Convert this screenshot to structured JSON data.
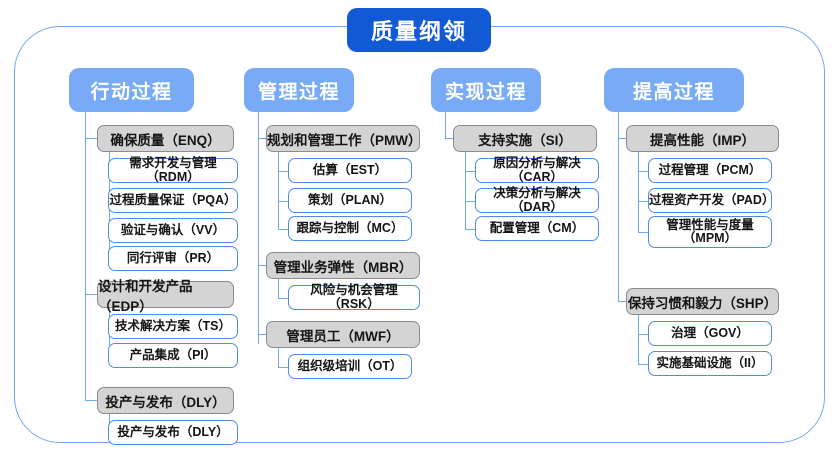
{
  "diagram": {
    "root": {
      "label": "质量纲领"
    },
    "colors": {
      "root_fill": "#1159d5",
      "header_fill": "#79aaf5",
      "group_fill": "#d4d4d4",
      "group_border": "#8c8c8c",
      "leaf_border": "#4d8ce8",
      "line": "#6fa8f5",
      "frame_border": "#6fa8f5",
      "text": "#141414",
      "header_text": "#ffffff"
    },
    "columns": [
      {
        "header": "行动过程",
        "groups": [
          {
            "label": "确保质量（ENQ）",
            "children": [
              "需求开发与管理（RDM）",
              "过程质量保证（PQA）",
              "验证与确认（VV）",
              "同行评审（PR）"
            ]
          },
          {
            "label": "设计和开发产品（EDP）",
            "children": [
              "技术解决方案（TS）",
              "产品集成（PI）"
            ]
          },
          {
            "label": "投产与发布（DLY）",
            "children": [
              "投产与发布（DLY）"
            ]
          }
        ]
      },
      {
        "header": "管理过程",
        "groups": [
          {
            "label": "规划和管理工作（PMW）",
            "children": [
              "估算（EST）",
              "策划（PLAN）",
              "跟踪与控制（MC）"
            ]
          },
          {
            "label": "管理业务弹性（MBR）",
            "children": [
              "风险与机会管理（RSK）"
            ]
          },
          {
            "label": "管理员工（MWF）",
            "children": [
              "组织级培训（OT）"
            ]
          }
        ]
      },
      {
        "header": "实现过程",
        "groups": [
          {
            "label": "支持实施（SI）",
            "children": [
              "原因分析与解决（CAR）",
              "决策分析与解决（DAR）",
              "配置管理（CM）"
            ]
          }
        ]
      },
      {
        "header": "提高过程",
        "groups": [
          {
            "label": "提高性能（IMP）",
            "children": [
              "过程管理（PCM）",
              "过程资产开发（PAD）",
              "管理性能与度量（MPM）"
            ]
          },
          {
            "label": "保持习惯和毅力（SHP）",
            "children": [
              "治理（GOV）",
              "实施基础设施（II）"
            ]
          }
        ]
      }
    ]
  }
}
